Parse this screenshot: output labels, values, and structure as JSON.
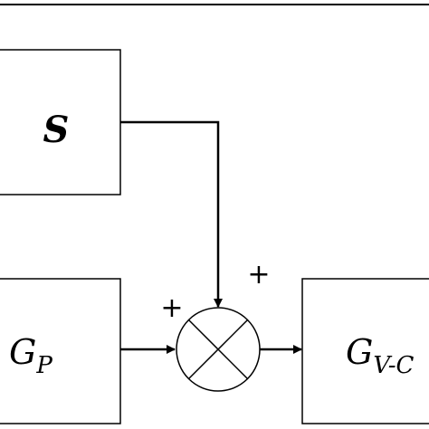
{
  "blocks": {
    "s": {
      "label": "S"
    },
    "gp": {
      "main": "G",
      "sub": "P"
    },
    "gvc": {
      "main": "G",
      "sub": "V-C"
    }
  },
  "summing_junction": {
    "top_input_sign": "+",
    "left_input_sign": "+"
  }
}
